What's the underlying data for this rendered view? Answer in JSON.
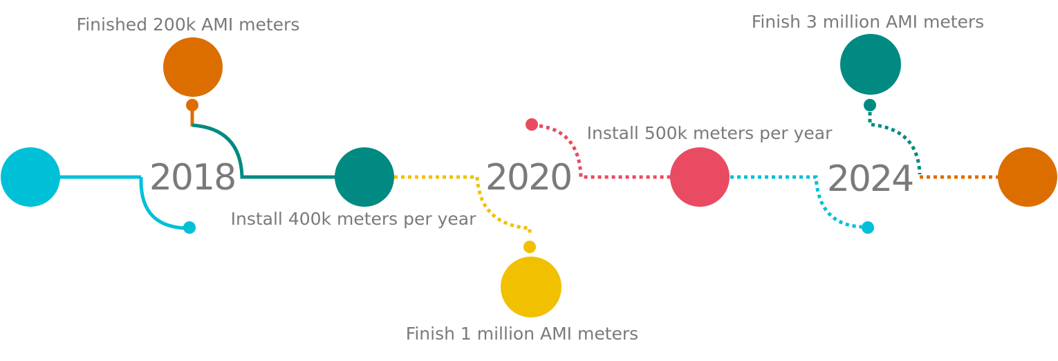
{
  "timeline": {
    "years": [
      {
        "label": "2018"
      },
      {
        "label": "2020"
      },
      {
        "label": "2024"
      }
    ],
    "milestones": [
      {
        "text": "Finished 200k AMI meters",
        "color": "#dc6e00"
      },
      {
        "text": "Install 400k meters per year",
        "color": "#008a82"
      },
      {
        "text": "Finish 1 million AMI meters",
        "color": "#f1c000"
      },
      {
        "text": "Install 500k meters per year",
        "color": "#e84b62"
      },
      {
        "text": "Finish 3 million AMI meters",
        "color": "#008a82"
      }
    ],
    "colors": {
      "cyan": "#00c0d8",
      "teal": "#008a82",
      "orange": "#dc6e00",
      "yellow": "#f1c000",
      "red": "#e84b62",
      "text": "#7a7a7a"
    }
  }
}
